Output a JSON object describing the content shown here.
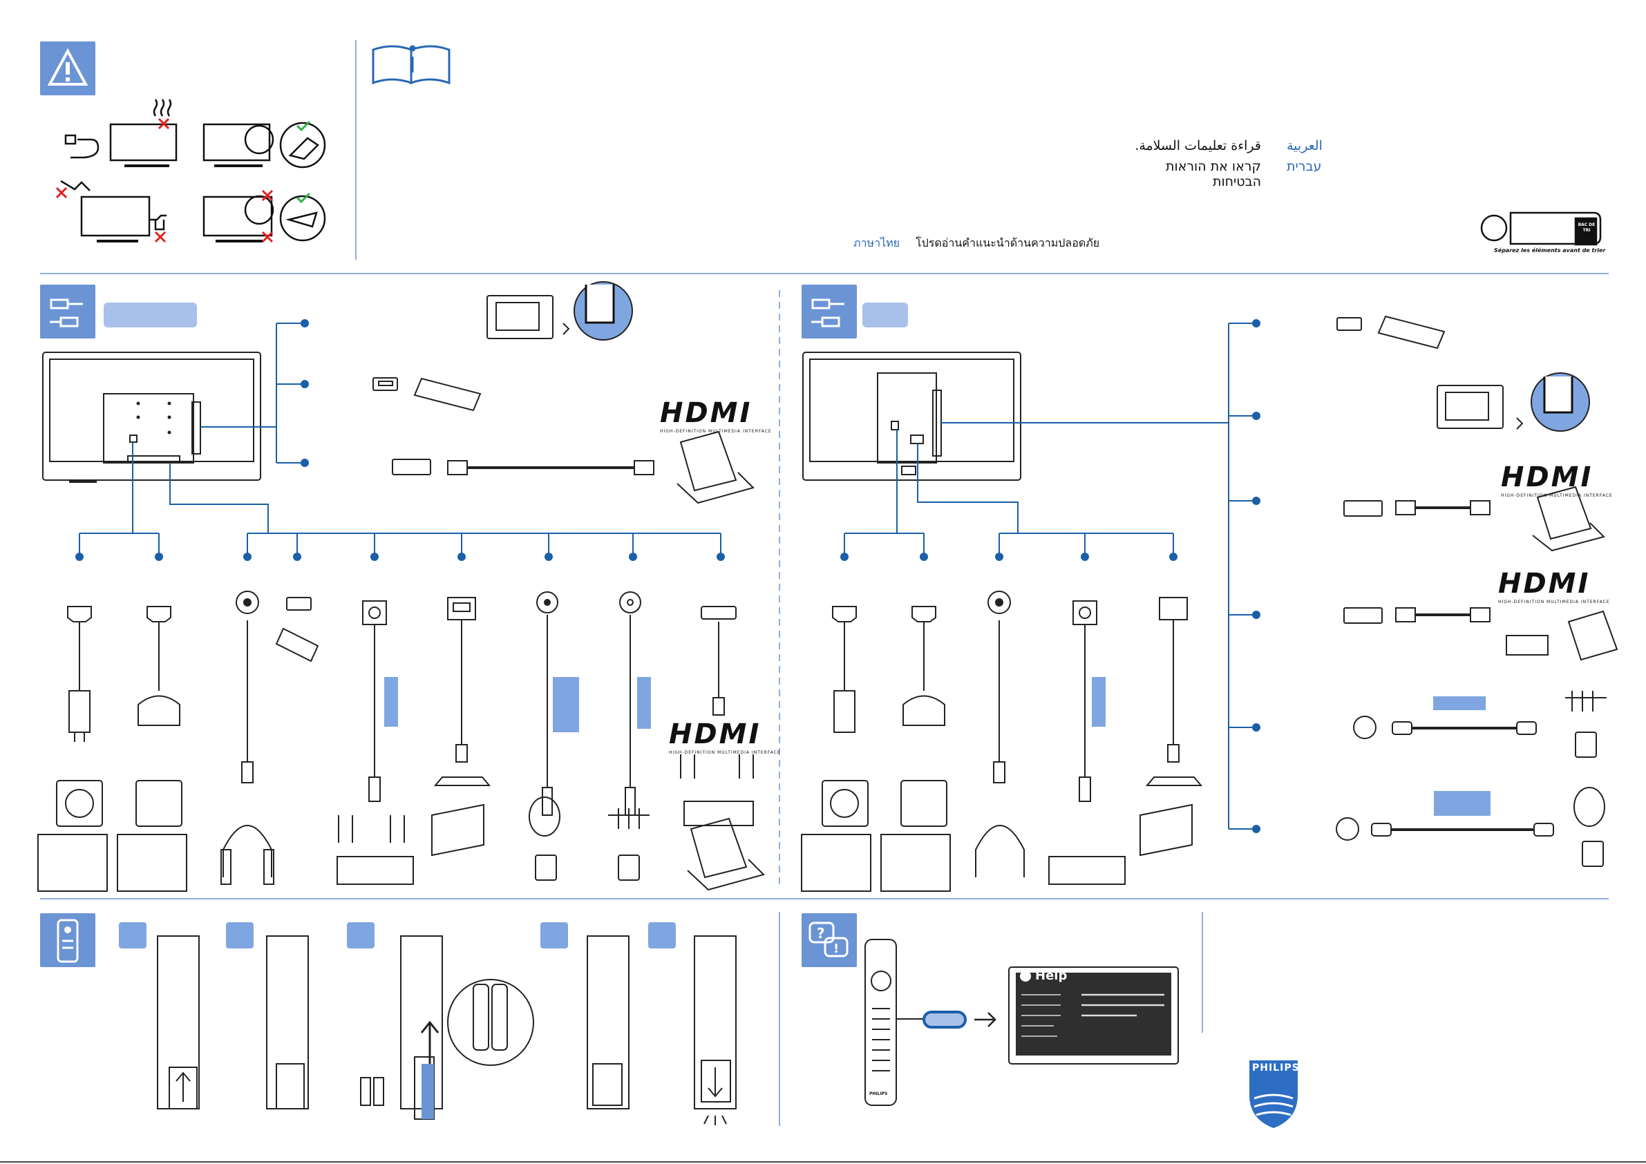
{
  "languages": [
    {
      "name": "العربية",
      "text": "قراءة تعليمات السلامة."
    },
    {
      "name": "עברית",
      "text": "קראו את הוראות הבטיחות"
    },
    {
      "name": "ภาษาไทย",
      "text": "โปรดอ่านคำแนะนำด้านความปลอดภัย"
    }
  ],
  "recycling_note": "Séparez les éléments avant de trier",
  "recycling_badge": "BAC DE TRI",
  "hdmi": {
    "logo": "HDMI",
    "tagline": "HIGH-DEFINITION MULTIMEDIA INTERFACE"
  },
  "help_screen": {
    "title": "Help"
  },
  "remote_brand": "PHILIPS",
  "brand": "PHILIPS",
  "colors": {
    "accent": "#6b94d4",
    "label_fill": "#a9c1ea",
    "line": "#1a5fa8",
    "text_blue": "#2767b5"
  }
}
